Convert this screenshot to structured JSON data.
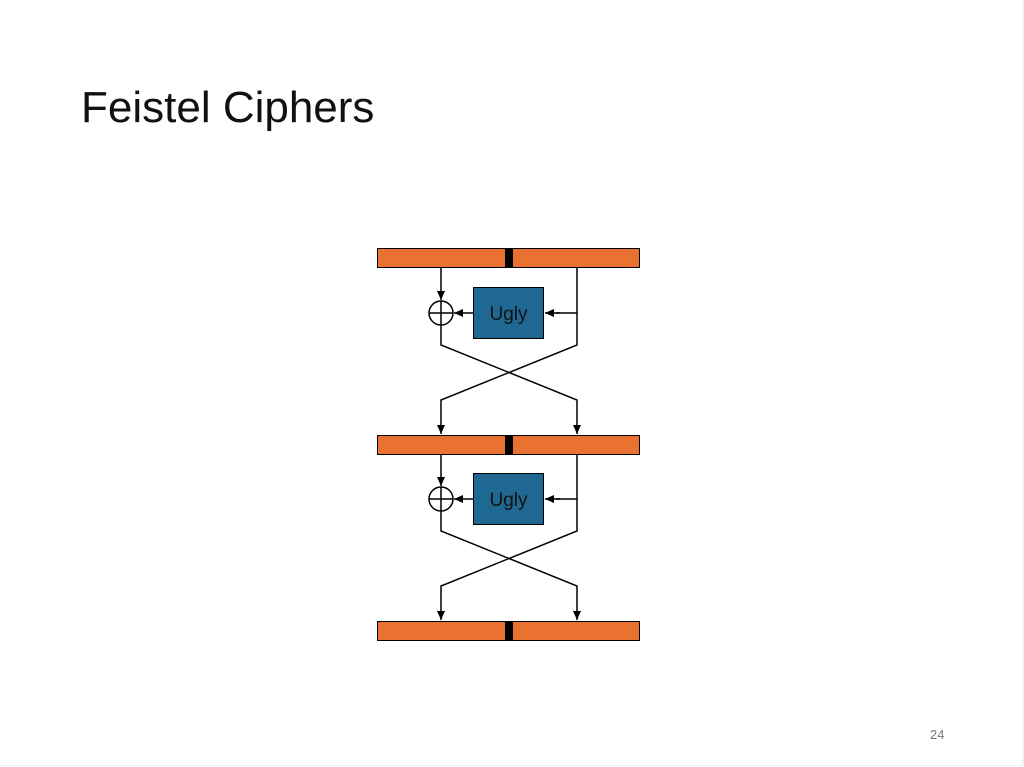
{
  "slide": {
    "title": "Feistel Ciphers",
    "page_number": "24"
  },
  "diagram": {
    "rounds": [
      {
        "function_label": "Ugly"
      },
      {
        "function_label": "Ugly"
      }
    ],
    "colors": {
      "block": "#e97132",
      "divider": "#000000",
      "function_box": "#1e6891",
      "line": "#000000"
    },
    "icons": {
      "xor": "xor-circle-plus-icon"
    }
  }
}
